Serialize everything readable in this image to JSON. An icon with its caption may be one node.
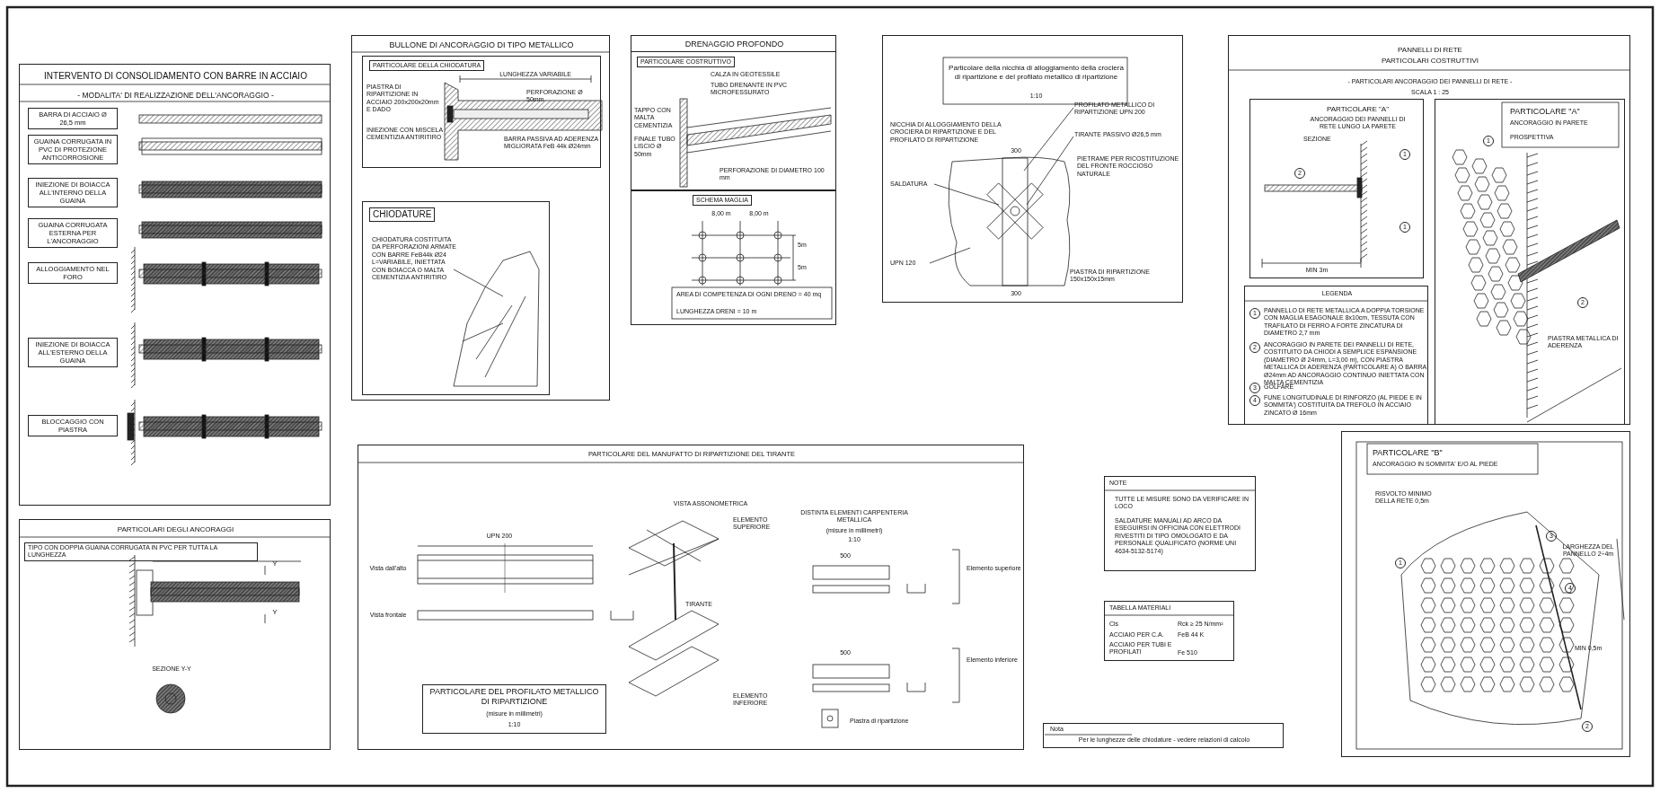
{
  "diagram": {
    "nodes": [
      {
        "text": [
          "INTERVENTO DI CONSOLIDAMENTO CON BARRE IN ACCIAIO",
          "- MODALITA' DI REALIZZAZIONE DELL'ANCORAGGIO -"
        ]
      },
      {
        "text": [
          "BARRA DI ACCIAIO Ø 26,5 mm"
        ],
        "in": 0
      },
      {
        "text": [
          "GUAINA CORRUGATA IN PVC DI PROTEZIONE ANTICORROSIONE"
        ],
        "in": 0
      },
      {
        "text": [
          "INIEZIONE DI BOIACCA ALL'INTERNO DELLA GUAINA"
        ],
        "in": 0
      },
      {
        "text": [
          "GUAINA CORRUGATA ESTERNA PER L'ANCORAGGIO"
        ],
        "in": 0
      },
      {
        "text": [
          "ALLOGGIAMENTO NEL FORO"
        ],
        "in": 0
      },
      {
        "text": [
          "INIEZIONE DI BOIACCA ALL'ESTERNO DELLA GUAINA"
        ],
        "in": 0
      },
      {
        "text": [
          "BLOCCAGGIO CON PIASTRA"
        ],
        "in": 0
      },
      {
        "text": [
          "BULLONE DI ANCORAGGIO DI TIPO METALLICO"
        ]
      },
      {
        "text": [
          "PARTICOLARE DELLA CHIODATURA",
          "LUNGHEZZA VARIABILE",
          "PIASTRA DI RIPARTIZIONE IN ACCIAIO 200x200x20mm E DADO",
          "PERFORAZIONE Ø 50mm",
          "INIEZIONE CON MISCELA CEMENTIZIA ANTIRITIRO",
          "BARRA PASSIVA AD ADERENZA MIGLIORATA FeB 44k Ø24mm"
        ],
        "in": 8
      },
      {
        "text": [
          "CHIODATURE",
          "CHIODATURA COSTITUITA DA PERFORAZIONI ARMATE CON BARRE FeB44k Ø24 L=VARIABILE, INIETTATA CON BOIACCA O MALTA CEMENTIZIA ANTIRITIRO"
        ],
        "in": 8
      },
      {
        "text": [
          "DRENAGGIO PROFONDO"
        ]
      },
      {
        "text": [
          "PARTICOLARE COSTRUTTIVO",
          "CALZA IN GEOTESSILE",
          "TUBO DRENANTE IN PVC MICROFESSURATO",
          "TAPPO CON MALTA CEMENTIZIA",
          "FINALE TUBO LISCIO Ø 50mm",
          "PERFORAZIONE DI DIAMETRO 100 mm"
        ],
        "in": 11
      },
      {
        "text": [
          "SCHEMA MAGLIA",
          "8,00 m",
          "8,00 m",
          "5m",
          "5m",
          "AREA DI COMPETENZA DI OGNI DRENO = 40 mq",
          "LUNGHEZZA DRENI = 10 m"
        ],
        "in": 11
      },
      {
        "text": [
          "Particolare della nicchia di alloggiamento della crociera di ripartizione e del profilato metallico di ripartizione",
          "1:10",
          "NICCHIA DI ALLOGGIAMENTO DELLA CROCIERA DI RIPARTIZIONE E DEL PROFILATO DI RIPARTIZIONE",
          "SALDATURA",
          "UPN 120",
          "PROFILATO METALLICO DI RIPARTIZIONE UPN 200",
          "TIRANTE PASSIVO Ø26,5 mm",
          "PIETRAME PER RICOSTITUZIONE DEL FRONTE ROCCIOSO NATURALE",
          "PIASTRA DI RIPARTIZIONE 150x150x15mm",
          "300",
          "300"
        ]
      },
      {
        "text": [
          "PANNELLI DI RETE",
          "PARTICOLARI COSTRUTTIVI",
          "- PARTICOLARI ANCORAGGIO DEI PANNELLI DI RETE -",
          "SCALA 1 : 25"
        ]
      },
      {
        "text": [
          "PARTICOLARE \"A\"",
          "ANCORAGGIO DEI PANNELLI DI RETE LUNGO LA PARETE",
          "SEZIONE",
          "1",
          "2",
          "1",
          "MIN 3m"
        ],
        "in": 15
      },
      {
        "text": [
          "LEGENDA",
          "1",
          "PANNELLO DI RETE METALLICA A DOPPIA TORSIONE CON MAGLIA ESAGONALE 8x10cm, TESSUTA CON TRAFILATO DI FERRO A FORTE ZINCATURA DI DIAMETRO 2,7 mm",
          "2",
          "ANCORAGGIO IN PARETE DEI PANNELLI DI RETE, COSTITUITO DA CHIODI A SEMPLICE ESPANSIONE (DIAMETRO Ø 24mm, L=3,00 m), CON PIASTRA METALLICA DI ADERENZA (PARTICOLARE A) O BARRA Ø24mm AD ANCORAGGIO CONTINUO INIETTATA CON MALTA CEMENTIZIA",
          "3",
          "GOLFARE",
          "4",
          "FUNE LONGITUDINALE DI RINFORZO (AL PIEDE E IN SOMMITA') COSTITUITA DA TREFOLO IN ACCIAIO ZINCATO Ø 16mm"
        ],
        "in": 15
      },
      {
        "text": [
          "PARTICOLARE \"A\"",
          "ANCORAGGIO IN PARETE",
          "PROSPETTIVA",
          "1",
          "2",
          "PIASTRA METALLICA DI ADERENZA"
        ],
        "in": 15
      },
      {
        "text": [
          "PARTICOLARI DEGLI ANCORAGGI",
          "TIPO CON DOPPIA GUAINA CORRUGATA IN PVC PER TUTTA LA LUNGHEZZA",
          "Y",
          "Y",
          "SEZIONE Y-Y"
        ]
      },
      {
        "text": [
          "PARTICOLARE DEL MANUFATTO DI RIPARTIZIONE DEL TIRANTE",
          "VISTA ASSONOMETRICA",
          "DISTINTA ELEMENTI CARPENTERIA METALLICA",
          "(misure in millimetri)",
          "1:10",
          "Vista dall'alto",
          "Vista frontale",
          "UPN 200",
          "TIRANTE",
          "ELEMENTO SUPERIORE",
          "ELEMENTO INFERIORE",
          "Elemento superiore",
          "Elemento inferiore",
          "Piastra di ripartizione",
          "500",
          "500"
        ]
      },
      {
        "text": [
          "PARTICOLARE DEL PROFILATO METALLICO DI RIPARTIZIONE",
          "(misure in millimetri)",
          "1:10"
        ],
        "in": 20
      },
      {
        "text": [
          "NOTE",
          "TUTTE LE MISURE SONO DA VERIFICARE IN LOCO",
          "SALDATURE MANUALI AD ARCO DA ESEGUIRSI IN OFFICINA CON ELETTRODI RIVESTITI DI TIPO OMOLOGATO E DA PERSONALE QUALIFICATO (NORME UNI 4634-5132-5174)"
        ]
      },
      {
        "text": [
          "TABELLA MATERIALI",
          "Cls",
          "Rck ≥ 25 N/mm²",
          "ACCIAIO PER C.A.",
          "FeB 44 K",
          "ACCIAIO PER TUBI E PROFILATI",
          "Fe 510"
        ]
      },
      {
        "text": [
          "Nota",
          "Per le lunghezze delle chiodature - vedere relazioni di calcolo"
        ]
      },
      {
        "text": [
          "PARTICOLARE \"B\"",
          "ANCORAGGIO IN SOMMITA' E/O AL PIEDE",
          "RISVOLTO MINIMO DELLA RETE 0,5m",
          "LARGHEZZA DEL PANNELLO 2÷4m",
          "MIN 0,5m",
          "1",
          "2",
          "3",
          "4"
        ]
      }
    ]
  }
}
